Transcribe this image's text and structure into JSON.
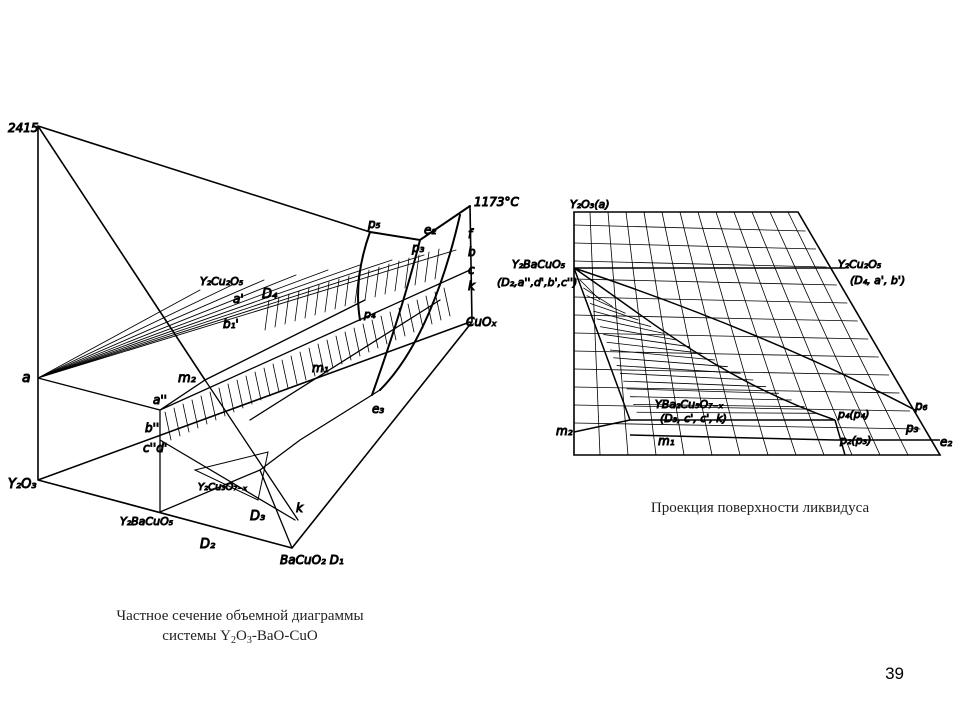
{
  "diagram_left": {
    "labels": {
      "t2415": "2415",
      "t1173": "1173°C",
      "a": "a",
      "y2o3": "Y₂O₃",
      "y2cu2o5": "Y₂Cu₂O₅",
      "d4": "D₄",
      "a_prime": "a'",
      "b1": "b₁'",
      "m2": "m₂",
      "a_dprime": "a''",
      "b_dprime": "b''",
      "c_d": "c''d'",
      "y2bacuo5": "Y₂BaCuO₅",
      "d2": "D₂",
      "d3": "D₃",
      "y2cu3o": "Y₂Cu₃O₇₋ₓ",
      "bacuo2": "BaCuO₂ D₁",
      "cuox": "CuOₓ",
      "p5": "p₅",
      "p3": "p₃",
      "p4": "p₄",
      "e2": "e₂",
      "e3": "e₃",
      "f": "f",
      "b": "b",
      "c": "c",
      "k": "k",
      "m1": "m₁",
      "k_low": "k"
    }
  },
  "diagram_right": {
    "labels": {
      "y2o3a": "Y₂O₃(a)",
      "y2bacuo5": "Y₂BaCuO₅",
      "y2bacuo5_sub": "(D₂,a'',d',b',c'')",
      "y2cu2o5": "Y₂Cu₂O₅",
      "y2cu2o5_sub": "(D₄, a', b')",
      "yba2": "YBa₂Cu₃O₇₋ₓ",
      "yba2_sub": "(D₃, c', c', k)",
      "m2": "m₂",
      "m1": "m₁",
      "p4p4": "p₄(p₄)",
      "p6": "p₆",
      "p3": "p₃",
      "e2": "e₂",
      "p2p3": "p₂(p₃)"
    }
  },
  "captions": {
    "left_line1": "Частное сечение объемной диаграммы",
    "left_line2_prefix": "системы Y",
    "left_sub1": "2",
    "left_mid": "O",
    "left_sub2": "3",
    "left_suffix": "-BaO-CuO",
    "right": "Проекция поверхности ликвидуса"
  },
  "page_number": "39"
}
